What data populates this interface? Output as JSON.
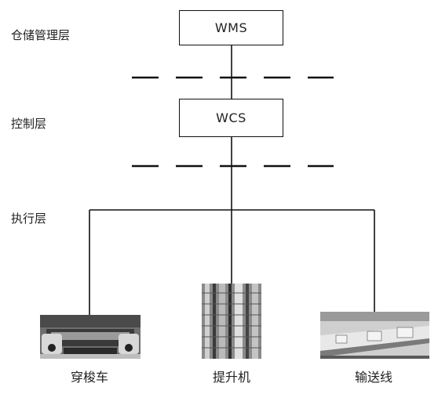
{
  "layers": {
    "warehouse": "仓储管理层",
    "control": "控制层",
    "execution": "执行层"
  },
  "nodes": {
    "wms": "WMS",
    "wcs": "WCS"
  },
  "devices": [
    {
      "label": "穿梭车",
      "icon": "shuttle-car-photo"
    },
    {
      "label": "提升机",
      "icon": "elevator-photo"
    },
    {
      "label": "输送线",
      "icon": "conveyor-photo"
    }
  ]
}
